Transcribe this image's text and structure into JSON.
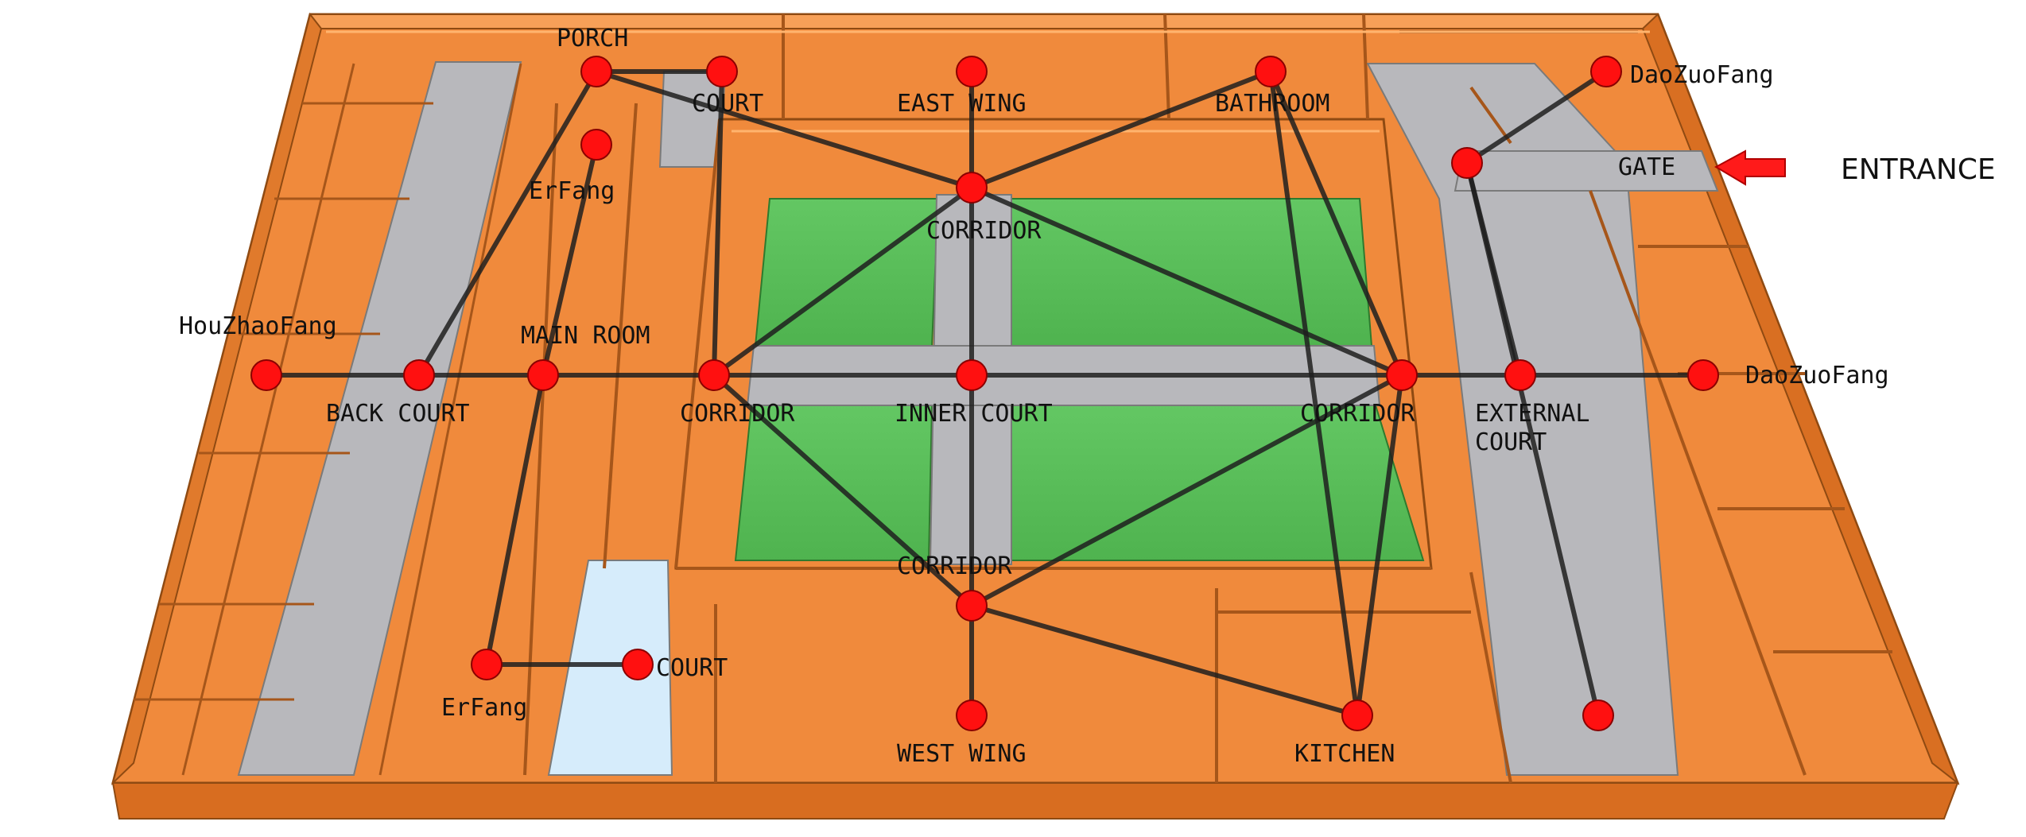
{
  "colors": {
    "wall": "#f08a3c",
    "wall_dark": "#c9651d",
    "wall_top": "#f79a4f",
    "court_paving": "#b8b8bc",
    "garden": "#58bd58",
    "small_court": "#d6ecfb",
    "node": "#ff1010",
    "edge": "#1f1f1f",
    "arrow": "#ff1a1a"
  },
  "nodes": [
    {
      "id": "porch",
      "label": "PORCH"
    },
    {
      "id": "court_north",
      "label": "COURT"
    },
    {
      "id": "east_wing",
      "label": "EAST WING"
    },
    {
      "id": "bathroom",
      "label": "BATHROOM"
    },
    {
      "id": "daozuofang_north",
      "label": "DaoZuoFang"
    },
    {
      "id": "gate",
      "label": "GATE"
    },
    {
      "id": "erfang_north",
      "label": "ErFang"
    },
    {
      "id": "corridor_north",
      "label": "CORRIDOR"
    },
    {
      "id": "houzhaofang",
      "label": "HouZhaoFang"
    },
    {
      "id": "back_court",
      "label": "BACK COURT"
    },
    {
      "id": "main_room",
      "label": "MAIN ROOM"
    },
    {
      "id": "corridor_west",
      "label": "CORRIDOR"
    },
    {
      "id": "inner_court",
      "label": "INNER COURT"
    },
    {
      "id": "corridor_east",
      "label": "CORRIDOR"
    },
    {
      "id": "external_court",
      "label": "EXTERNAL\nCOURT"
    },
    {
      "id": "daozuofang_east",
      "label": "DaoZuoFang"
    },
    {
      "id": "corridor_south",
      "label": "CORRIDOR"
    },
    {
      "id": "erfang_south",
      "label": "ErFang"
    },
    {
      "id": "court_south",
      "label": "COURT"
    },
    {
      "id": "west_wing",
      "label": "WEST WING"
    },
    {
      "id": "kitchen",
      "label": "KITCHEN"
    },
    {
      "id": "external_south",
      "label": ""
    }
  ],
  "edges": [
    [
      "houzhaofang",
      "back_court"
    ],
    [
      "back_court",
      "porch"
    ],
    [
      "porch",
      "court_north"
    ],
    [
      "porch",
      "corridor_north"
    ],
    [
      "court_north",
      "corridor_west"
    ],
    [
      "erfang_north",
      "main_room"
    ],
    [
      "back_court",
      "main_room"
    ],
    [
      "main_room",
      "corridor_west"
    ],
    [
      "main_room",
      "erfang_south"
    ],
    [
      "erfang_south",
      "court_south"
    ],
    [
      "east_wing",
      "corridor_north"
    ],
    [
      "bathroom",
      "corridor_north"
    ],
    [
      "bathroom",
      "corridor_east"
    ],
    [
      "bathroom",
      "kitchen"
    ],
    [
      "corridor_north",
      "inner_court"
    ],
    [
      "corridor_north",
      "corridor_west"
    ],
    [
      "corridor_north",
      "corridor_east"
    ],
    [
      "corridor_west",
      "inner_court"
    ],
    [
      "corridor_west",
      "corridor_south"
    ],
    [
      "inner_court",
      "corridor_east"
    ],
    [
      "inner_court",
      "corridor_south"
    ],
    [
      "corridor_east",
      "corridor_south"
    ],
    [
      "corridor_east",
      "kitchen"
    ],
    [
      "corridor_east",
      "external_court"
    ],
    [
      "corridor_south",
      "west_wing"
    ],
    [
      "corridor_south",
      "kitchen"
    ],
    [
      "external_court",
      "daozuofang_east"
    ],
    [
      "gate",
      "daozuofang_north"
    ],
    [
      "gate",
      "external_court"
    ],
    [
      "gate",
      "external_south"
    ]
  ],
  "entrance": {
    "label": "ENTRANCE"
  }
}
